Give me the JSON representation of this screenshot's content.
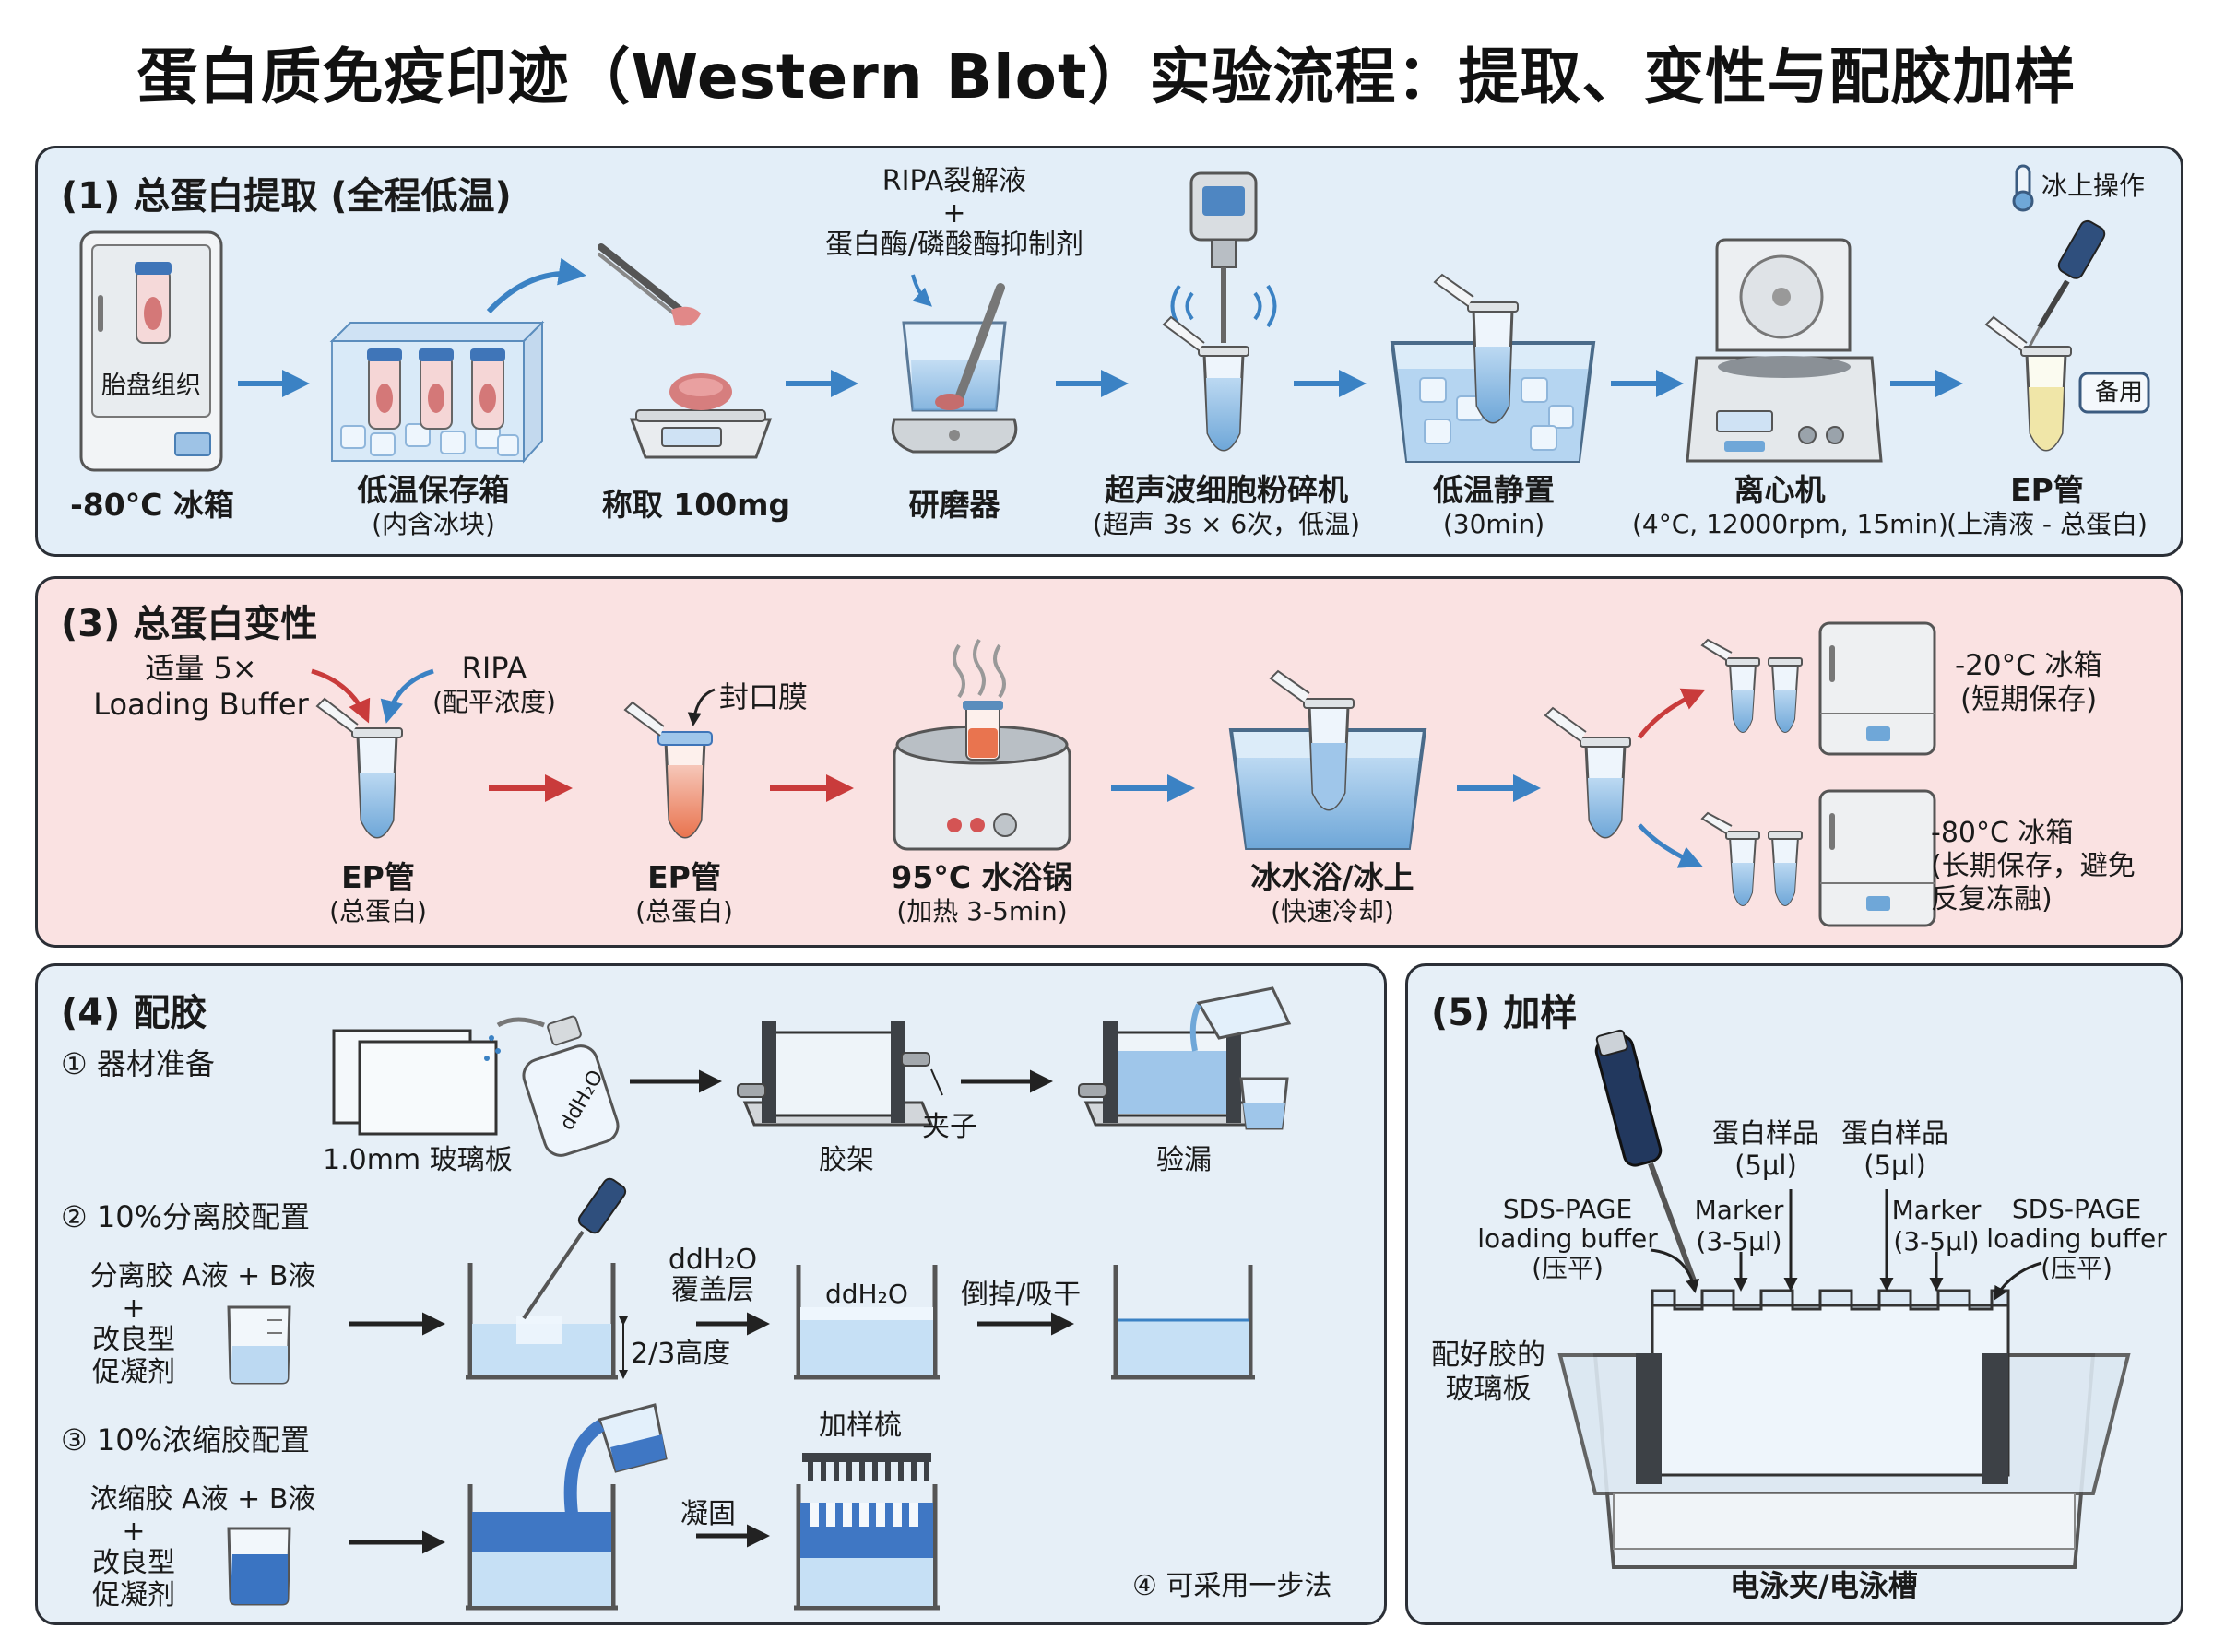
{
  "title": "蛋白质免疫印迹（Western Blot）实验流程：提取、变性与配胶加样",
  "colors": {
    "accent_blue": "#3b82c4",
    "accent_red": "#c93b3b",
    "panel1_bg": "#e3eef8",
    "panel3_bg": "#fae2e2",
    "panel_bg": "#e6eff7",
    "border": "#2b2f36"
  },
  "panel1": {
    "title": "(1) 总蛋白提取 (全程低温)",
    "ice_note": "冰上操作",
    "reagent": [
      "RIPA裂解液",
      "+",
      "蛋白酶/磷酸酶抑制剂"
    ],
    "freezer_inside": "胎盘组织",
    "steps": [
      {
        "name": "-80°C 冰箱",
        "sub": ""
      },
      {
        "name": "低温保存箱",
        "sub": "(内含冰块)"
      },
      {
        "name": "称取 100mg",
        "sub": ""
      },
      {
        "name": "研磨器",
        "sub": ""
      },
      {
        "name": "超声波细胞粉碎机",
        "sub": "(超声 3s × 6次，低温)"
      },
      {
        "name": "低温静置",
        "sub": "(30min)"
      },
      {
        "name": "离心机",
        "sub": "(4°C, 12000rpm, 15min)"
      },
      {
        "name": "EP管",
        "sub": "(上清液 - 总蛋白)"
      }
    ],
    "backup_tag": "备用"
  },
  "panel3": {
    "title": "(3) 总蛋白变性",
    "loading_buffer": [
      "适量 5×",
      "Loading Buffer"
    ],
    "ripa": [
      "RIPA",
      "(配平浓度)"
    ],
    "seal": "封口膜",
    "steps": [
      {
        "name": "EP管",
        "sub": "(总蛋白)"
      },
      {
        "name": "EP管",
        "sub": "(总蛋白)"
      },
      {
        "name": "95°C 水浴锅",
        "sub": "(加热 3-5min)"
      },
      {
        "name": "冰水浴/冰上",
        "sub": "(快速冷却)"
      }
    ],
    "storage_short": [
      "-20°C 冰箱",
      "(短期保存)"
    ],
    "storage_long": [
      "-80°C 冰箱",
      "(长期保存，避免",
      "反复冻融)"
    ]
  },
  "panel4": {
    "title": "(4) 配胶",
    "step1": "① 器材准备",
    "glass": "1.0mm 玻璃板",
    "bottle_label": "ddH₂O",
    "rack": "胶架",
    "clip": "夹子",
    "leak": "验漏",
    "step2": "② 10%分离胶配置",
    "sep_recipe": [
      "分离胶 A液 + B液",
      "+",
      "改良型",
      "促凝剂"
    ],
    "height": "2/3高度",
    "overlay": [
      "ddH₂O",
      "覆盖层"
    ],
    "water_in_gel": "ddH₂O",
    "discard": "倒掉/吸干",
    "step3": "③ 10%浓缩胶配置",
    "stack_recipe": [
      "浓缩胶 A液 + B液",
      "+",
      "改良型",
      "促凝剂"
    ],
    "solidify": "凝固",
    "comb": "加样梳",
    "one_step": "④ 可采用一步法"
  },
  "panel5": {
    "title": "(5) 加样",
    "protein_sample": [
      "蛋白样品",
      "(5μl)"
    ],
    "marker": [
      "Marker",
      "(3-5μl)"
    ],
    "sds": [
      "SDS-PAGE",
      "loading buffer",
      "(压平)"
    ],
    "gel_plate": [
      "配好胶的",
      "玻璃板"
    ],
    "tank": "电泳夹/电泳槽"
  }
}
